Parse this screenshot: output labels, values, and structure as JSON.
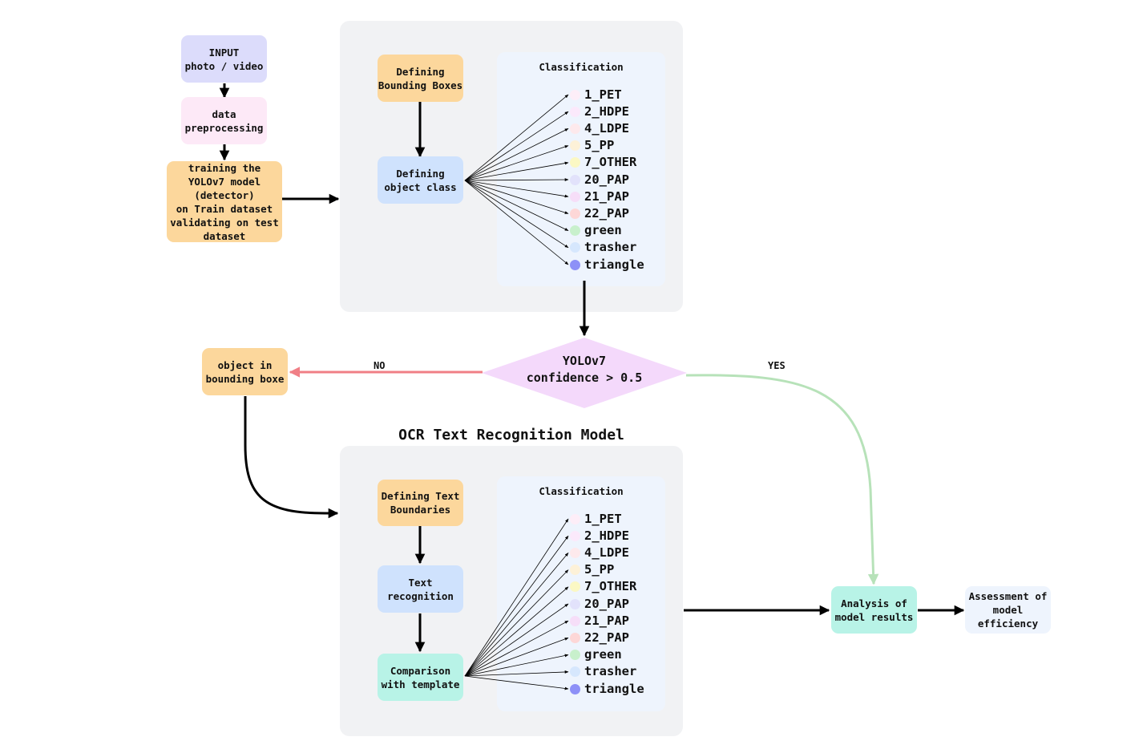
{
  "input_node": "INPUT\nphoto / video",
  "preprocessing_node": "data\npreprocessing",
  "training_node": "training the\nYOLOv7 model\n(detector)\non Train dataset\nvalidating on test\ndataset",
  "detection": {
    "bbox_node": "Defining\nBounding Boxes",
    "class_node": "Defining\nobject class",
    "classification_title": "Classification"
  },
  "classes": [
    {
      "label": "1_PET",
      "color": "#fdeef8"
    },
    {
      "label": "2_HDPE",
      "color": "#fbe9fb"
    },
    {
      "label": "4_LDPE",
      "color": "#fde9ec"
    },
    {
      "label": "5_PP",
      "color": "#fdf1d8"
    },
    {
      "label": "7_OTHER",
      "color": "#fbf8c4"
    },
    {
      "label": "20_PAP",
      "color": "#e2e2fb"
    },
    {
      "label": "21_PAP",
      "color": "#f6def8"
    },
    {
      "label": "22_PAP",
      "color": "#fdd7d7"
    },
    {
      "label": "green",
      "color": "#c8f0cc"
    },
    {
      "label": "trasher",
      "color": "#d6e7fd"
    },
    {
      "label": "triangle",
      "color": "#8d90f7"
    }
  ],
  "decision": {
    "text": "YOLOv7\nconfidence > 0.5",
    "no_label": "NO",
    "yes_label": "YES",
    "fill": "#f4d9fb"
  },
  "fallback_node": "object in\nbounding boxe",
  "ocr": {
    "title": "OCR Text Recognition Model",
    "boundaries_node": "Defining Text\nBoundaries",
    "recognition_node": "Text\nrecognition",
    "comparison_node": "Comparison\nwith template",
    "classification_title": "Classification"
  },
  "analysis_node": "Analysis of\nmodel results",
  "assessment_node": "Assessment of\nmodel\nefficiency",
  "colors": {
    "no_arrow": "#f07f86",
    "yes_arrow": "#b7e2b9",
    "arrow": "#000000"
  }
}
